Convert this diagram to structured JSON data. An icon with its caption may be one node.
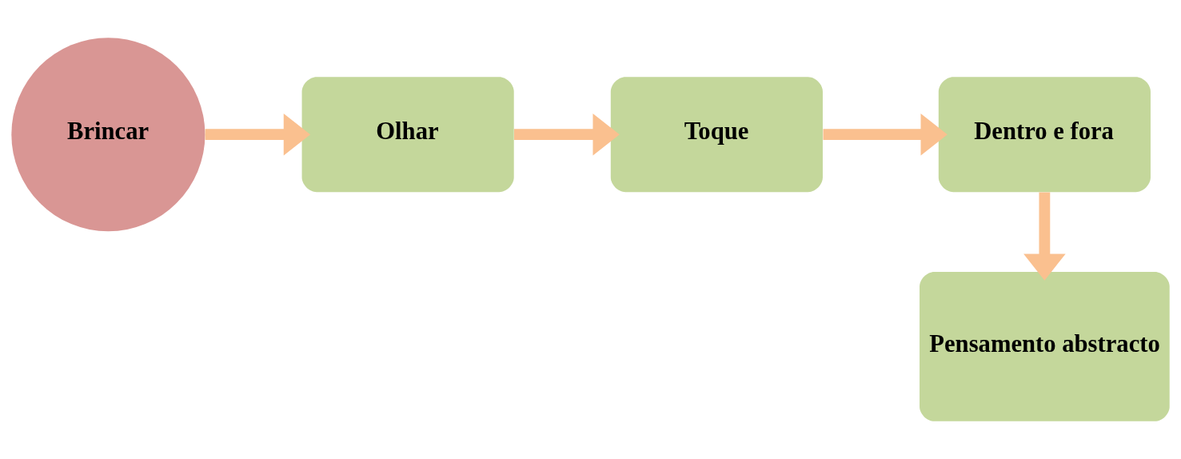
{
  "diagram": {
    "nodes": [
      {
        "text": [
          "Brincar"
        ]
      },
      {
        "text": [
          "Olhar"
        ]
      },
      {
        "text": [
          "Toque"
        ]
      },
      {
        "text": [
          "Dentro e fora"
        ]
      },
      {
        "text": [
          "Pensamento abstracto"
        ]
      }
    ],
    "edges": [
      {
        "from": 0,
        "to": 1,
        "arrow": "to"
      },
      {
        "from": 1,
        "to": 2,
        "arrow": "to"
      },
      {
        "from": 2,
        "to": 3,
        "arrow": "to"
      },
      {
        "from": 3,
        "to": 4,
        "arrow": "to"
      }
    ]
  }
}
